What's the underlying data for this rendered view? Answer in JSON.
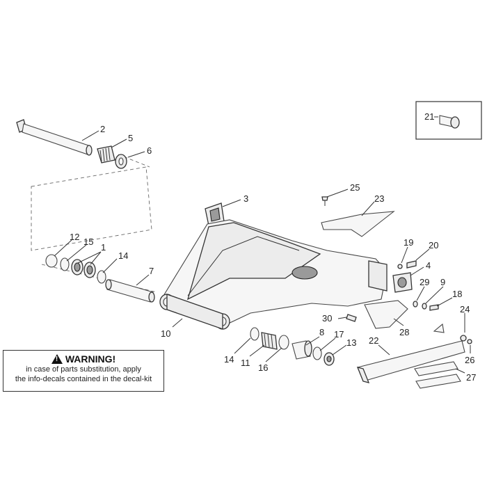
{
  "warning": {
    "title": "WARNING!",
    "line1": "in case of parts substitution, apply",
    "line2": "the info-decals contained in the decal-kit"
  },
  "callouts": [
    {
      "id": "c1",
      "text": "1"
    },
    {
      "id": "c2",
      "text": "2"
    },
    {
      "id": "c3",
      "text": "3"
    },
    {
      "id": "c4",
      "text": "4"
    },
    {
      "id": "c5",
      "text": "5"
    },
    {
      "id": "c6",
      "text": "6"
    },
    {
      "id": "c7",
      "text": "7"
    },
    {
      "id": "c8",
      "text": "8"
    },
    {
      "id": "c9",
      "text": "9"
    },
    {
      "id": "c10",
      "text": "10"
    },
    {
      "id": "c11",
      "text": "11"
    },
    {
      "id": "c12",
      "text": "12"
    },
    {
      "id": "c13",
      "text": "13"
    },
    {
      "id": "c14a",
      "text": "14"
    },
    {
      "id": "c14b",
      "text": "14"
    },
    {
      "id": "c15",
      "text": "15"
    },
    {
      "id": "c16",
      "text": "16"
    },
    {
      "id": "c17",
      "text": "17"
    },
    {
      "id": "c18",
      "text": "18"
    },
    {
      "id": "c19",
      "text": "19"
    },
    {
      "id": "c20",
      "text": "20"
    },
    {
      "id": "c21",
      "text": "21"
    },
    {
      "id": "c22",
      "text": "22"
    },
    {
      "id": "c23",
      "text": "23"
    },
    {
      "id": "c24",
      "text": "24"
    },
    {
      "id": "c25",
      "text": "25"
    },
    {
      "id": "c26",
      "text": "26"
    },
    {
      "id": "c27",
      "text": "27"
    },
    {
      "id": "c28",
      "text": "28"
    },
    {
      "id": "c29",
      "text": "29"
    },
    {
      "id": "c30",
      "text": "30"
    }
  ]
}
